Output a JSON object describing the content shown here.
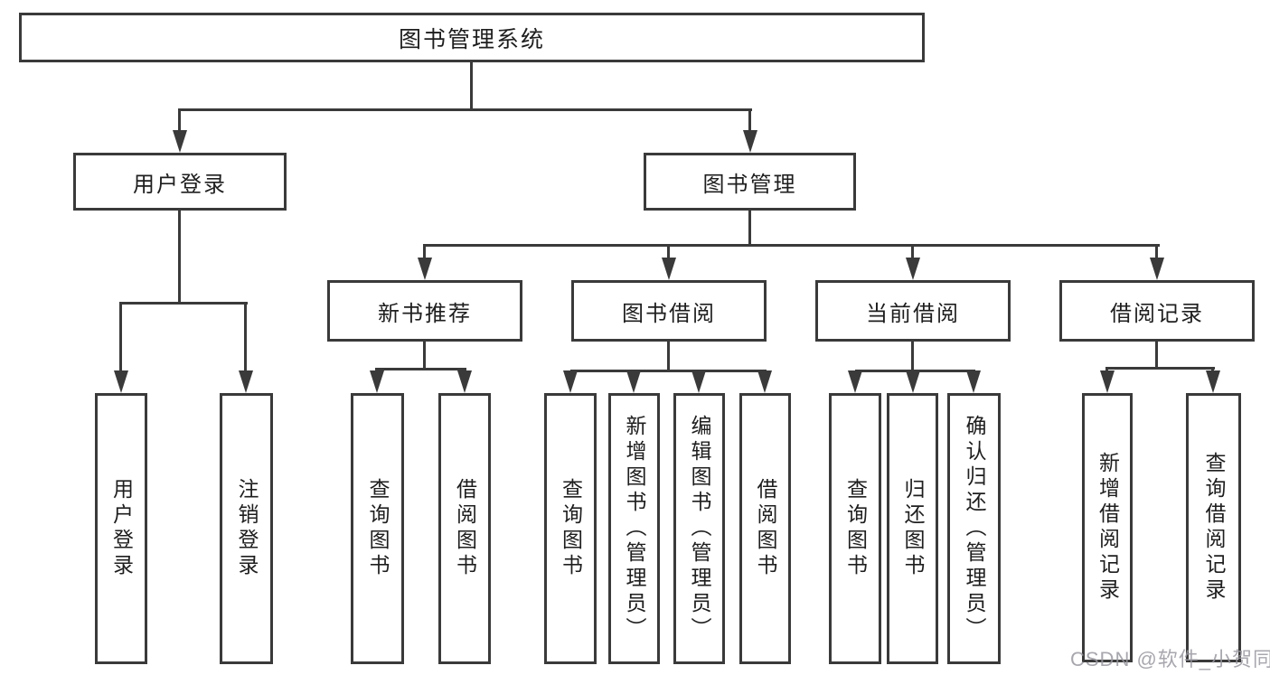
{
  "diagram": {
    "title": "图书管理系统",
    "root": {
      "label": "图书管理系统"
    },
    "branches": [
      {
        "label": "用户登录"
      },
      {
        "label": "图书管理"
      }
    ],
    "sections": [
      {
        "label": "新书推荐"
      },
      {
        "label": "图书借阅"
      },
      {
        "label": "当前借阅"
      },
      {
        "label": "借阅记录"
      }
    ],
    "leaves": [
      {
        "label": "用户登录",
        "parent": "用户登录"
      },
      {
        "label": "注销登录",
        "parent": "用户登录"
      },
      {
        "label": "查询图书",
        "parent": "新书推荐"
      },
      {
        "label": "借阅图书",
        "parent": "新书推荐"
      },
      {
        "label": "查询图书",
        "parent": "图书借阅"
      },
      {
        "label": "新增图书（管理员）",
        "parent": "图书借阅"
      },
      {
        "label": "编辑图书（管理员）",
        "parent": "图书借阅"
      },
      {
        "label": "借阅图书",
        "parent": "图书借阅"
      },
      {
        "label": "查询图书",
        "parent": "当前借阅"
      },
      {
        "label": "归还图书",
        "parent": "当前借阅"
      },
      {
        "label": "确认归还（管理员）",
        "parent": "当前借阅"
      },
      {
        "label": "新增借阅记录",
        "parent": "借阅记录"
      },
      {
        "label": "查询借阅记录",
        "parent": "借阅记录"
      }
    ]
  },
  "watermark": {
    "text": "CSDN @软件_小贺同学"
  },
  "colors": {
    "line": "#3a3a3a",
    "box_border": "#3a3a3a",
    "text": "#1e1e1e",
    "background": "#ffffff",
    "watermark": "#9898a0"
  }
}
